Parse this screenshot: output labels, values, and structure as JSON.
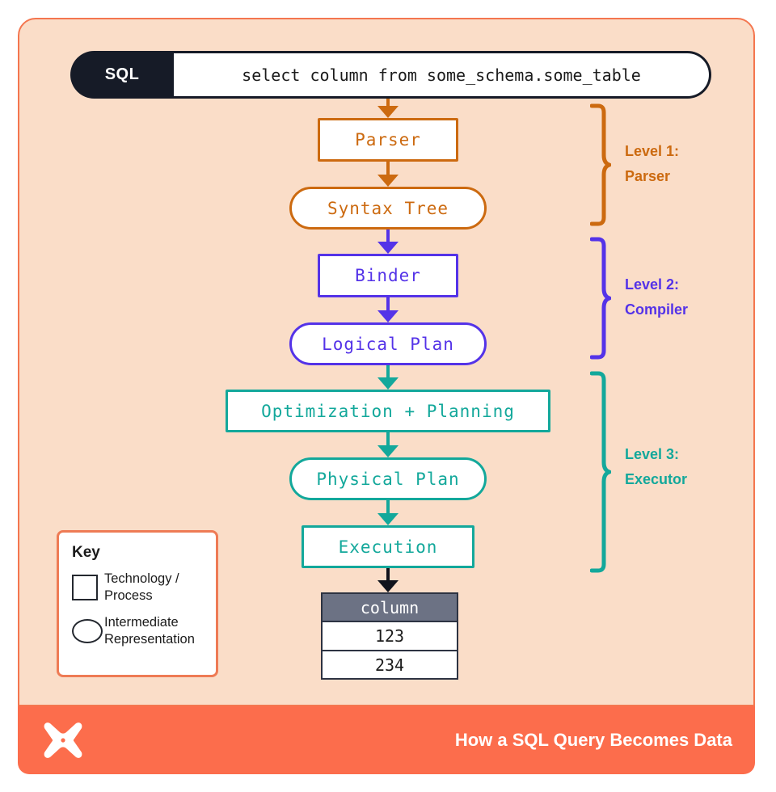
{
  "diagram": {
    "query_bar": {
      "label": "SQL",
      "query": "select column from some_schema.some_table"
    },
    "nodes": [
      {
        "id": "parser",
        "label": "Parser",
        "shape": "rect",
        "color": "#CC6A10"
      },
      {
        "id": "syntax-tree",
        "label": "Syntax Tree",
        "shape": "pill",
        "color": "#CC6A10"
      },
      {
        "id": "binder",
        "label": "Binder",
        "shape": "rect",
        "color": "#5433E8"
      },
      {
        "id": "logical-plan",
        "label": "Logical Plan",
        "shape": "pill",
        "color": "#5433E8"
      },
      {
        "id": "optimization",
        "label": "Optimization + Planning",
        "shape": "rect",
        "color": "#13A89B"
      },
      {
        "id": "physical-plan",
        "label": "Physical Plan",
        "shape": "pill",
        "color": "#13A89B"
      },
      {
        "id": "execution",
        "label": "Execution",
        "shape": "rect",
        "color": "#13A89B"
      }
    ],
    "levels": [
      {
        "line1": "Level 1:",
        "line2": "Parser",
        "color": "#CC6A10"
      },
      {
        "line1": "Level 2:",
        "line2": "Compiler",
        "color": "#5433E8"
      },
      {
        "line1": "Level 3:",
        "line2": "Executor",
        "color": "#13A89B"
      }
    ],
    "result_table": {
      "header": "column",
      "rows": [
        "123",
        "234"
      ]
    },
    "key": {
      "title": "Key",
      "items": [
        {
          "glyph": "square",
          "line1": "Technology /",
          "line2": "Process"
        },
        {
          "glyph": "ellipse",
          "line1": "Intermediate",
          "line2": "Representation"
        }
      ]
    }
  },
  "footer": {
    "logo": "butterfly-x-logo",
    "title": "How a SQL Query Becomes Data"
  },
  "colors": {
    "panel_bg": "#FADDC8",
    "panel_border": "#F4764F",
    "footer_bg": "#FC6D4C",
    "level1": "#CC6A10",
    "level2": "#5433E8",
    "level3": "#13A89B",
    "table_header_bg": "#6C7284",
    "sql_bar_bg": "#161B27"
  }
}
